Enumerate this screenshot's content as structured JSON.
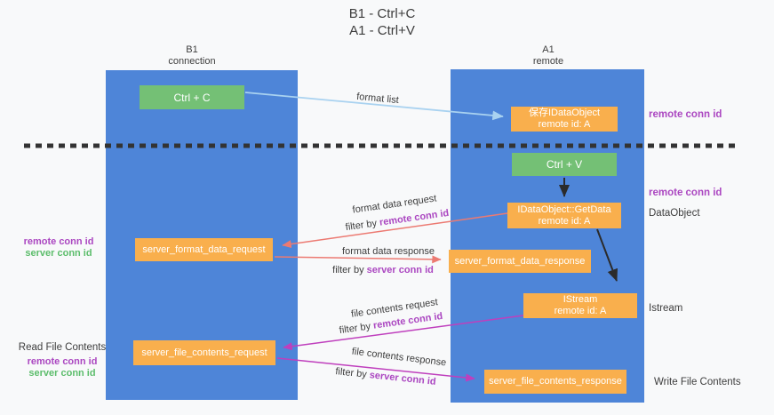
{
  "title": {
    "line1": "B1 - Ctrl+C",
    "line2": "A1 - Ctrl+V"
  },
  "lanes": {
    "left": {
      "header1": "B1",
      "header2": "connection"
    },
    "right": {
      "header1": "A1",
      "header2": "remote"
    }
  },
  "nodes": {
    "ctrl_c": {
      "label": "Ctrl + C"
    },
    "save_dataobject": {
      "line1": "保存IDataObject",
      "line2": "remote id: A"
    },
    "ctrl_v": {
      "label": "Ctrl + V"
    },
    "getdata": {
      "line1": "IDataObject::GetData",
      "line2": "remote id: A"
    },
    "format_request": {
      "label": "server_format_data_request"
    },
    "format_response": {
      "label": "server_format_data_response"
    },
    "istream": {
      "line1": "IStream",
      "line2": "remote id: A"
    },
    "file_request": {
      "label": "server_file_contents_request"
    },
    "file_response": {
      "label": "server_file_contents_response"
    }
  },
  "edge_labels": {
    "format_list": "format list",
    "format_data_request": "format data request",
    "format_data_response": "format data response",
    "file_contents_request": "file contents request",
    "file_contents_response": "file contents response",
    "filter_by": "filter by",
    "remote_conn_id": "remote conn id",
    "server_conn_id": "server conn id"
  },
  "side_labels": {
    "remote_conn_id_top": "remote conn id",
    "remote_conn_id_mid": "remote conn id",
    "dataobject": "DataObject",
    "istream": "Istream",
    "write_file_contents": "Write File Contents",
    "read_file_contents": "Read File Contents",
    "remote_conn_id_left1": "remote conn id",
    "server_conn_id_left1": "server conn id",
    "remote_conn_id_left2": "remote conn id",
    "server_conn_id_left2": "server conn id"
  },
  "colors": {
    "background": "#F8F9FA",
    "lane_blue": "#4E85D8",
    "box_green": "#74C075",
    "box_orange": "#F9AF4D",
    "purple_text": "#AB47C1",
    "green_text": "#5CBD6B",
    "arrow_salmon": "#EC7A72",
    "arrow_magenta": "#BF3FBD",
    "arrow_lightblue": "#A9D2F0",
    "arrow_black": "#2B2B2B",
    "dashed_line": "#333333"
  }
}
